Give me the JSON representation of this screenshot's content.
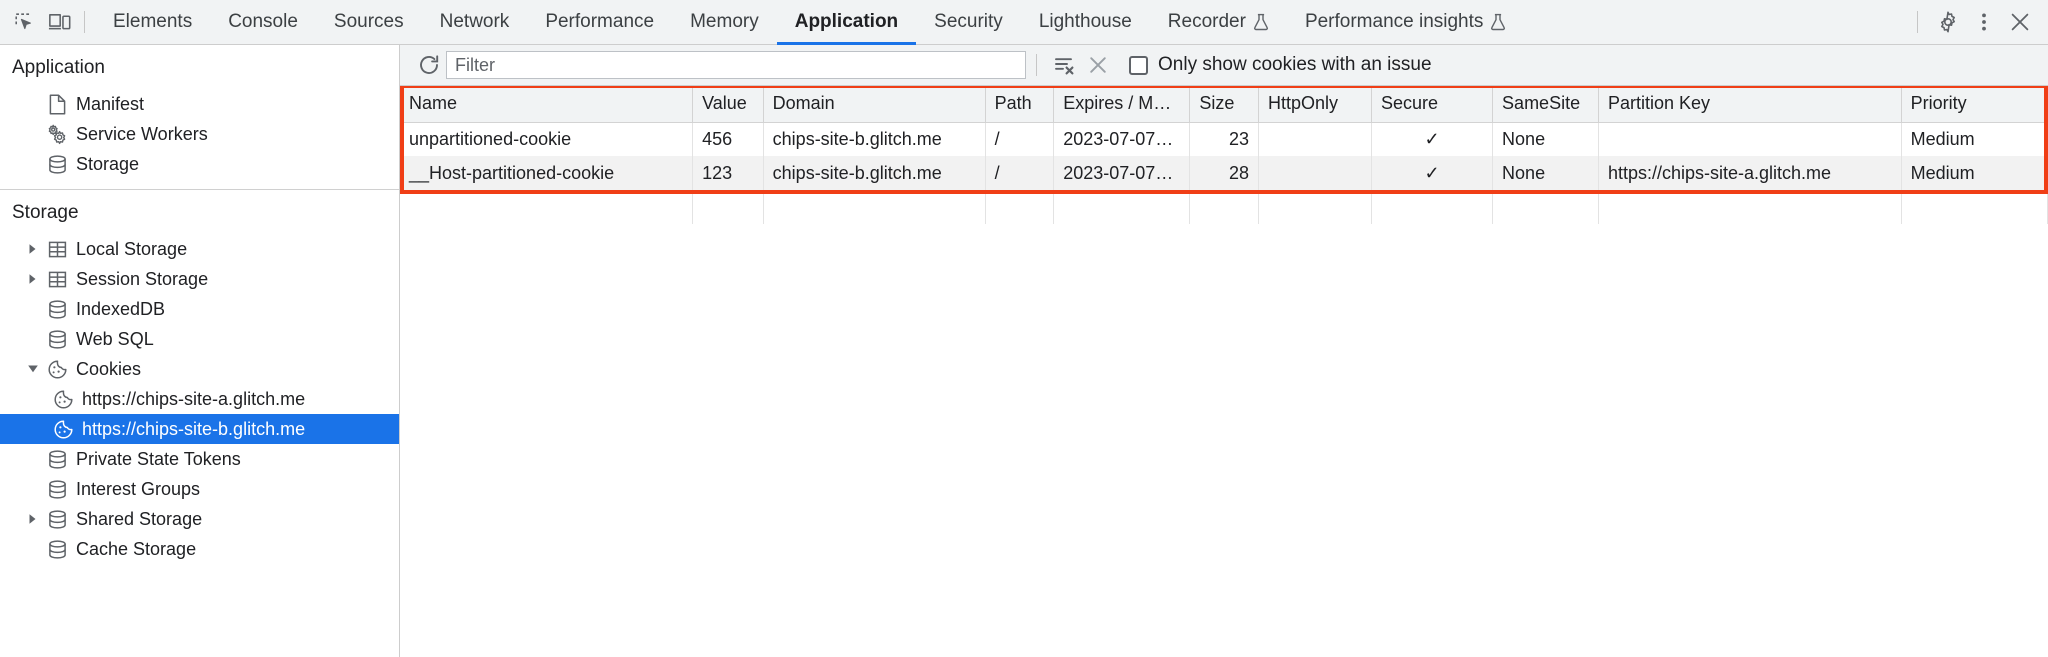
{
  "toolbar": {
    "inspect_icon": "inspect-cursor-icon",
    "device_toggle_icon": "device-toolbar-icon",
    "tabs": [
      {
        "label": "Elements",
        "active": false,
        "experimental": false
      },
      {
        "label": "Console",
        "active": false,
        "experimental": false
      },
      {
        "label": "Sources",
        "active": false,
        "experimental": false
      },
      {
        "label": "Network",
        "active": false,
        "experimental": false
      },
      {
        "label": "Performance",
        "active": false,
        "experimental": false
      },
      {
        "label": "Memory",
        "active": false,
        "experimental": false
      },
      {
        "label": "Application",
        "active": true,
        "experimental": false
      },
      {
        "label": "Security",
        "active": false,
        "experimental": false
      },
      {
        "label": "Lighthouse",
        "active": false,
        "experimental": false
      },
      {
        "label": "Recorder",
        "active": false,
        "experimental": true
      },
      {
        "label": "Performance insights",
        "active": false,
        "experimental": true
      }
    ],
    "settings_icon": "gear-icon",
    "more_icon": "kebab-menu-icon",
    "close_icon": "close-icon",
    "accent_color": "#1a73e8",
    "background_color": "#f1f3f4"
  },
  "sidebar": {
    "sections": [
      {
        "title": "Application",
        "items": [
          {
            "label": "Manifest",
            "icon": "document-icon",
            "level": 1,
            "twisty": "none",
            "selected": false
          },
          {
            "label": "Service Workers",
            "icon": "gears-icon",
            "level": 1,
            "twisty": "none",
            "selected": false
          },
          {
            "label": "Storage",
            "icon": "database-icon",
            "level": 1,
            "twisty": "none",
            "selected": false
          }
        ]
      },
      {
        "title": "Storage",
        "items": [
          {
            "label": "Local Storage",
            "icon": "table-icon",
            "level": 1,
            "twisty": "collapsed",
            "selected": false
          },
          {
            "label": "Session Storage",
            "icon": "table-icon",
            "level": 1,
            "twisty": "collapsed",
            "selected": false
          },
          {
            "label": "IndexedDB",
            "icon": "database-icon",
            "level": 1,
            "twisty": "none",
            "selected": false
          },
          {
            "label": "Web SQL",
            "icon": "database-icon",
            "level": 1,
            "twisty": "none",
            "selected": false
          },
          {
            "label": "Cookies",
            "icon": "cookie-icon",
            "level": 1,
            "twisty": "expanded",
            "selected": false
          },
          {
            "label": "https://chips-site-a.glitch.me",
            "icon": "cookie-icon",
            "level": 2,
            "twisty": "none",
            "selected": false
          },
          {
            "label": "https://chips-site-b.glitch.me",
            "icon": "cookie-icon",
            "level": 2,
            "twisty": "none",
            "selected": true
          },
          {
            "label": "Private State Tokens",
            "icon": "database-icon",
            "level": 1,
            "twisty": "none",
            "selected": false
          },
          {
            "label": "Interest Groups",
            "icon": "database-icon",
            "level": 1,
            "twisty": "none",
            "selected": false
          },
          {
            "label": "Shared Storage",
            "icon": "database-icon",
            "level": 1,
            "twisty": "collapsed",
            "selected": false
          },
          {
            "label": "Cache Storage",
            "icon": "database-icon",
            "level": 1,
            "twisty": "none",
            "selected": false
          }
        ]
      }
    ],
    "selected_color": "#1a73e8"
  },
  "filter_bar": {
    "refresh_icon": "refresh-icon",
    "filter_value": "",
    "filter_placeholder": "Filter",
    "clear_filtered_icon": "clear-filtered-cookies-icon",
    "clear_all_icon": "clear-all-cookies-icon",
    "issue_checkbox_checked": false,
    "issue_checkbox_label": "Only show cookies with an issue"
  },
  "cookie_table": {
    "highlight_color": "#f03e16",
    "columns": [
      "Name",
      "Value",
      "Domain",
      "Path",
      "Expires / M…",
      "Size",
      "HttpOnly",
      "Secure",
      "SameSite",
      "Partition Key",
      "Priority"
    ],
    "rows": [
      {
        "name": "unpartitioned-cookie",
        "value": "456",
        "domain": "chips-site-b.glitch.me",
        "path": "/",
        "expires": "2023-07-07…",
        "size": "23",
        "httponly": "",
        "secure": "✓",
        "samesite": "None",
        "partition_key": "",
        "priority": "Medium"
      },
      {
        "name": "__Host-partitioned-cookie",
        "value": "123",
        "domain": "chips-site-b.glitch.me",
        "path": "/",
        "expires": "2023-07-07…",
        "size": "28",
        "httponly": "",
        "secure": "✓",
        "samesite": "None",
        "partition_key": "https://chips-site-a.glitch.me",
        "priority": "Medium"
      }
    ]
  }
}
